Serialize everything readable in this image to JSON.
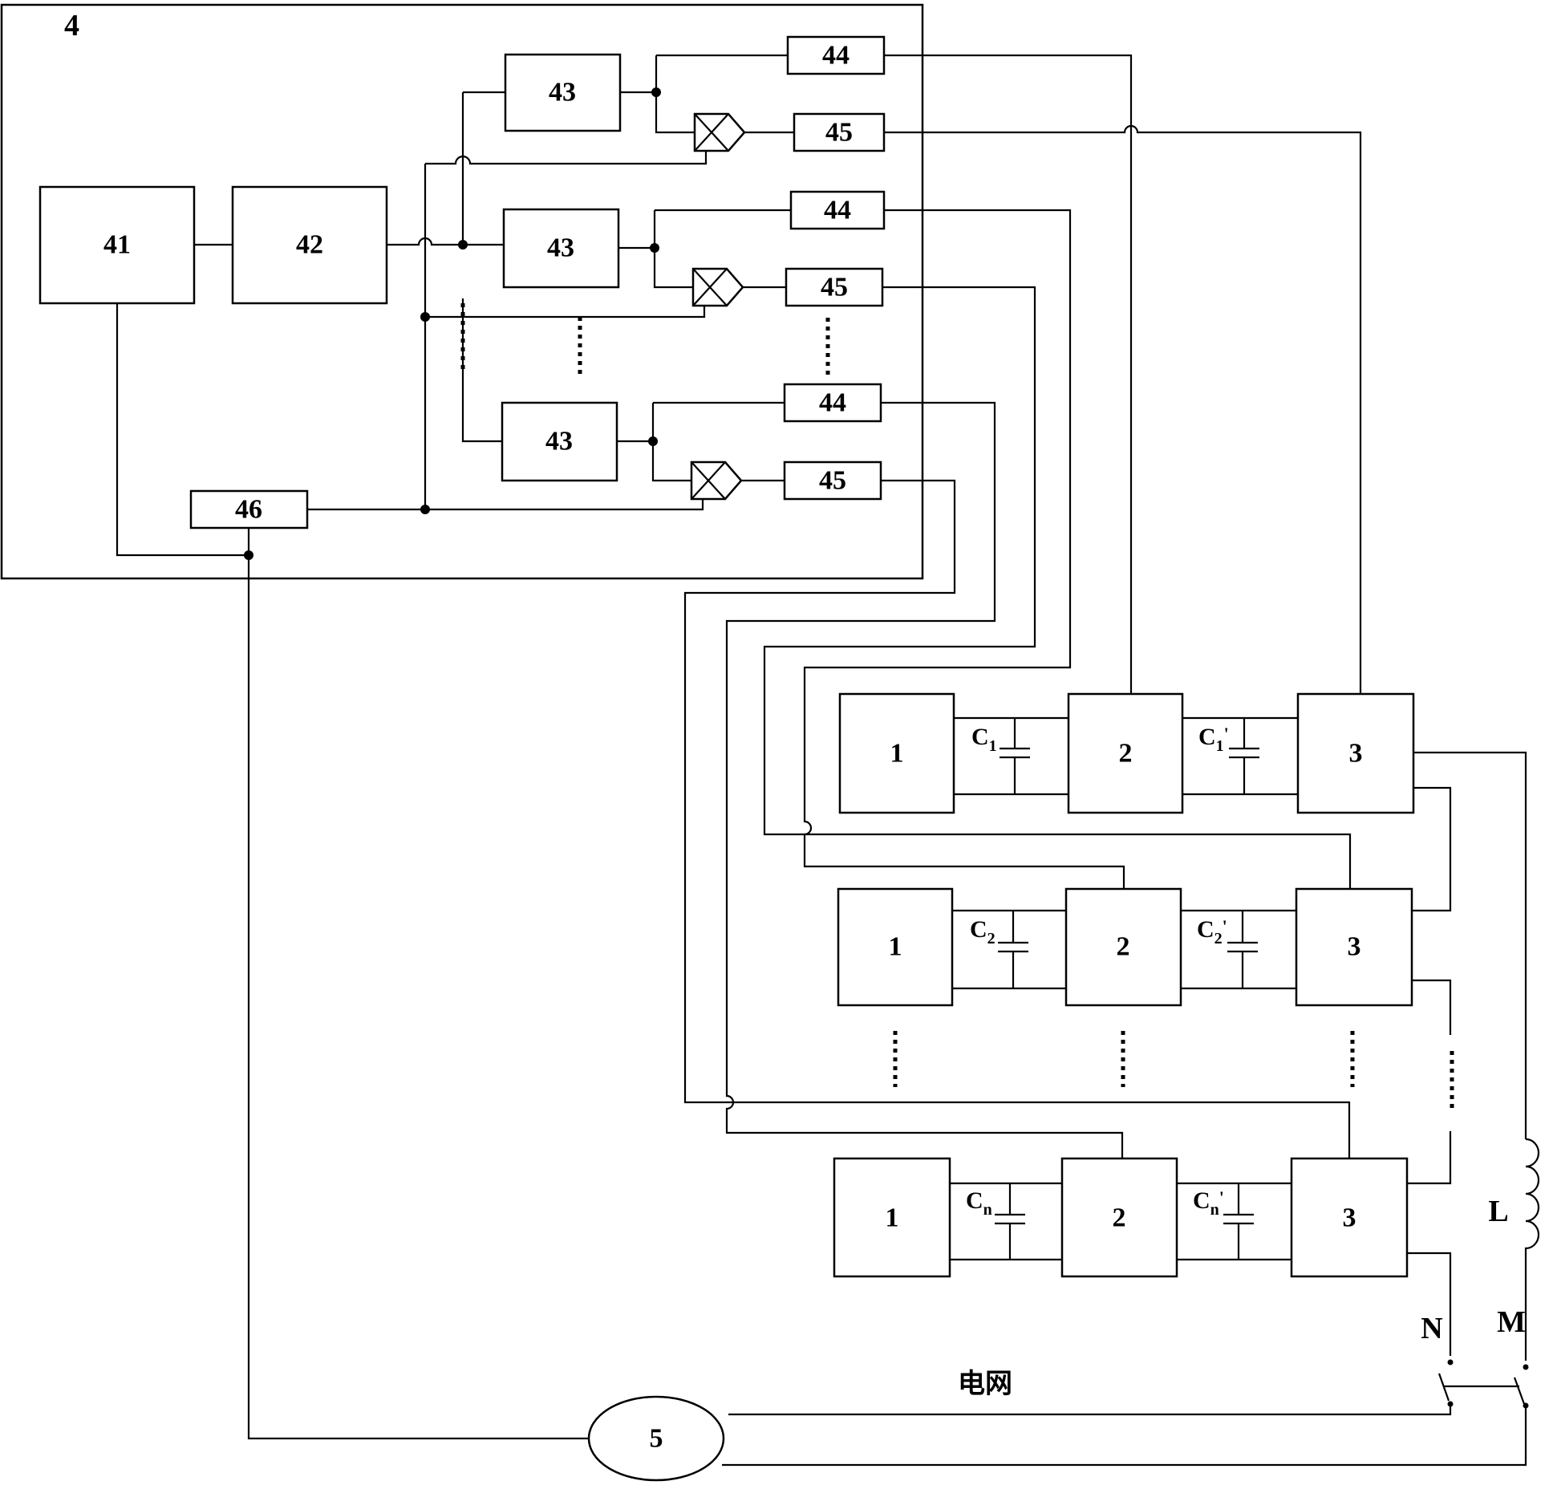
{
  "controller": {
    "label": "4"
  },
  "blocks": {
    "b41": "41",
    "b42": "42",
    "b43": "43",
    "b44": "44",
    "b45": "45",
    "b46": "46"
  },
  "modules": {
    "rectifier": "1",
    "converter": "2",
    "inverter": "3"
  },
  "capacitors": {
    "row1": {
      "c": "C",
      "c_sub": "1",
      "cp": "C",
      "cp_sub": "1",
      "prime": "'"
    },
    "row2": {
      "c": "C",
      "c_sub": "2",
      "cp": "C",
      "cp_sub": "2",
      "prime": "'"
    },
    "rown": {
      "c": "C",
      "c_sub": "n",
      "cp": "C",
      "cp_sub": "n",
      "prime": "'"
    }
  },
  "inductor": "L",
  "terminals": {
    "n": "N",
    "m": "M"
  },
  "grid_label": "电网",
  "source": "5"
}
